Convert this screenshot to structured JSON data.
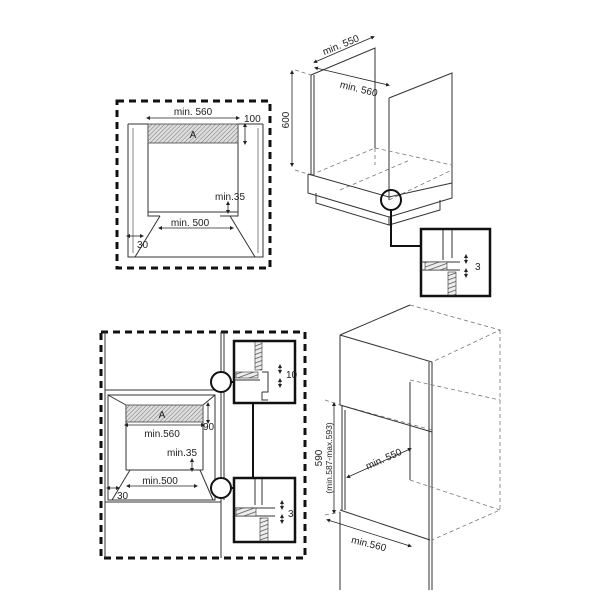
{
  "top_left_niche": {
    "width_label": "min. 560",
    "height_label": "100",
    "area_label": "A",
    "gap_label": "min.35",
    "depth_label": "min. 500",
    "side_label": "30"
  },
  "top_right_cabinet": {
    "depth_label": "min. 550",
    "width_label": "min. 560",
    "height_label": "600",
    "detail_gap_label": "3"
  },
  "bottom_left_niche": {
    "area_label": "A",
    "height_label": "90",
    "width_label": "min.560",
    "gap_label": "min.35",
    "depth_label": "min.500",
    "side_label": "30",
    "detail_top_label": "10",
    "detail_bottom_label": "3"
  },
  "bottom_right_cabinet": {
    "height_label": "590",
    "height_range_label": "(min.587-max.593)",
    "depth_label": "min. 550",
    "width_label": "min.560"
  }
}
